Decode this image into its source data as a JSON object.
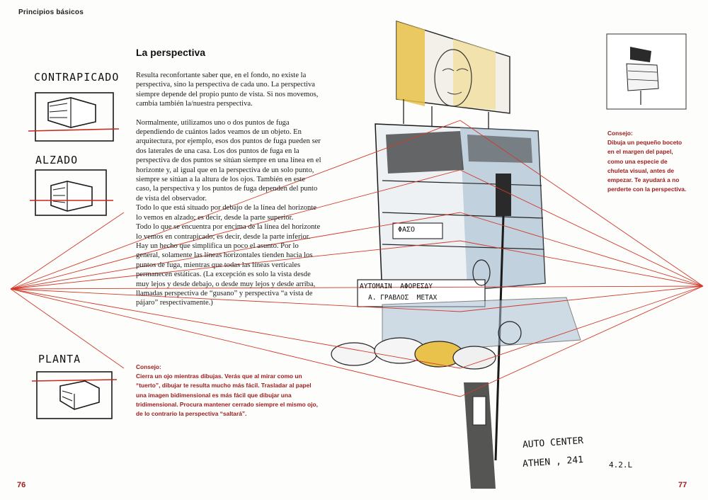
{
  "header": {
    "section": "Principios básicos"
  },
  "article": {
    "title": "La perspectiva",
    "paragraphs": [
      "Resulta reconfortante saber que, en el fondo, no existe la perspectiva, sino la perspectiva de cada uno. La perspectiva siempre depende del propio punto de vista. Si nos movemos, cambia también la/nuestra perspectiva.",
      "Normalmente, utilizamos uno o dos puntos de fuga dependiendo de cuántos lados veamos de un objeto. En arquitectura, por ejemplo, esos dos puntos de fuga pueden ser dos laterales de una casa. Los dos puntos de fuga en la perspectiva de dos puntos se sitúan siempre en una línea en el horizonte y, al igual que en la perspectiva de un solo punto, siempre se sitúan a la altura de los ojos. También en este caso, la perspectiva y los puntos de fuga dependen del punto de vista del observador.",
      "Todo lo que está situado por debajo de la línea del horizonte lo vemos en alzado; es decir, desde la parte superior.",
      "Todo lo que se encuentra por encima de la línea del horizonte lo vemos en contrapicado; es decir, desde la parte inferior.",
      "Hay un hecho que simplifica un poco el asunto. Por lo general, solamente las líneas horizontales tienden hacia los puntos de fuga, mientras que todas las líneas verticales permanecen estáticas. (La excepción es solo la vista desde muy lejos y desde debajo, o desde muy lejos y desde arriba, llamadas perspectiva de “gusano” y perspectiva “a vista de pájaro” respectivamente.)"
    ]
  },
  "tips": {
    "left": {
      "title": "Consejo:",
      "text": "Cierra un ojo mientras dibujas. Verás que al mirar como un “tuerto”, dibujar te resulta mucho más fácil. Trasladar al papel una imagen bidimensional es más fácil que dibujar una tridimensional. Procura mantener cerrado siempre el mismo ojo, de lo contrario la perspectiva “saltará”."
    },
    "right": {
      "title": "Consejo:",
      "text": "Dibuja un pequeño boceto en el margen del papel, como una especie de chuleta visual, antes de empezar. Te ayudará a no perderte con la perspectiva."
    }
  },
  "sketch_labels": {
    "contrapicado": "CONTRAPICADO",
    "alzado": "ALZADO",
    "planta": "PLANTA"
  },
  "building_signs": {
    "sign1": "ΦΑΣΟ",
    "sign2": "ΑΥΤΟΜΑΙΝ  ΑΦΟΡΕΣΔΥ",
    "sign3": "Α. ΓΡΑΒΛΟΣ  ΜΕΤΑΧ",
    "handwriting1": "AUTO CENTER",
    "handwriting2": "ATHEN , 241",
    "handwriting3": "4.2.L"
  },
  "page_numbers": {
    "left": "76",
    "right": "77"
  },
  "colors": {
    "accent": "#9b1c1c",
    "perspective_line": "#d03a2a",
    "ink": "#1a1a1a",
    "wash_blue": "#9fb6cc",
    "wash_yellow": "#e8c24a"
  }
}
